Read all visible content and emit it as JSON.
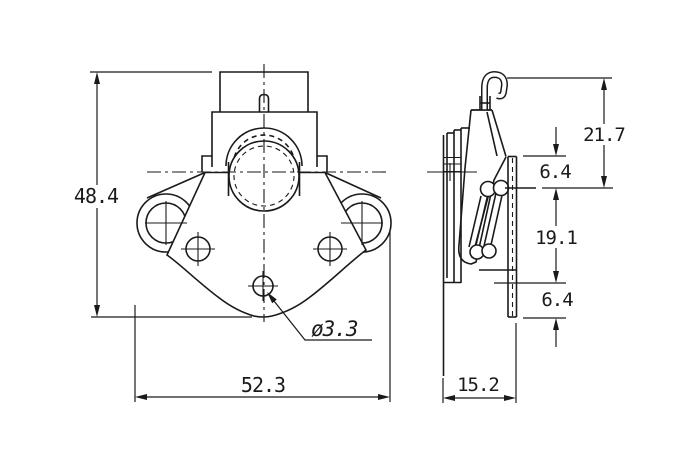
{
  "drawing": {
    "background": "#ffffff",
    "line_color": "#1a1a1a",
    "front_view": {
      "dim_height": "48.4",
      "dim_width": "52.3",
      "hole_callout": "ø3.3"
    },
    "side_view": {
      "dim_top": "21.7",
      "dim_upper_gap": "6.4",
      "dim_slot": "19.1",
      "dim_lower_gap": "6.4",
      "dim_depth": "15.2"
    }
  }
}
